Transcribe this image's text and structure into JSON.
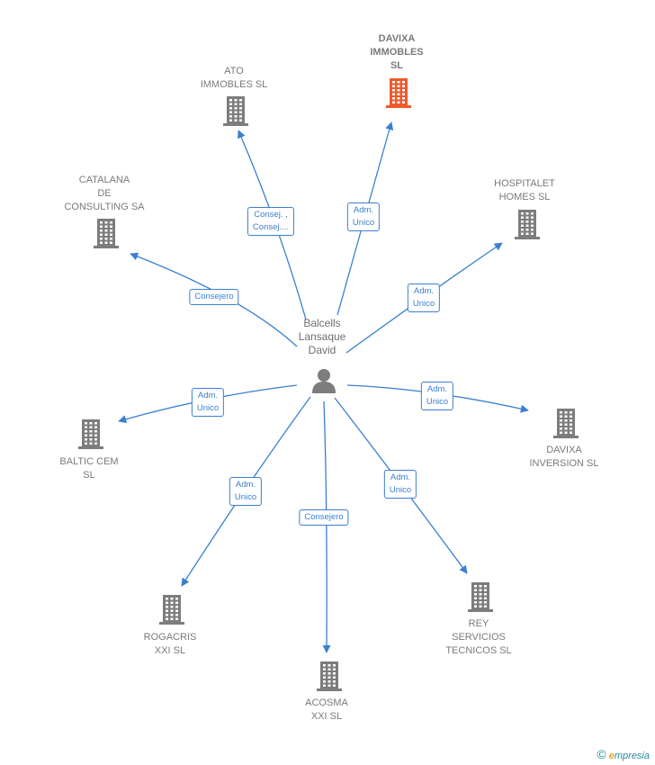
{
  "center": {
    "name": "Balcells\nLansaque\nDavid",
    "icon": "person-icon"
  },
  "colors": {
    "edge": "#3b7fd1",
    "building": "#7d7d7d",
    "highlight": "#ee5a2a"
  },
  "nodes": [
    {
      "id": "davixa-immobles",
      "name": "DAVIXA\nIMMOBLES\nSL",
      "highlight": true,
      "relation": "Adm.\nUnico"
    },
    {
      "id": "ato-immobles",
      "name": "ATO\nIMMOBLES SL",
      "highlight": false,
      "relation": "Consej. ,\nConsej...."
    },
    {
      "id": "catalana-consulting",
      "name": "CATALANA\nDE\nCONSULTING SA",
      "highlight": false,
      "relation": "Consejero"
    },
    {
      "id": "hospitalet-homes",
      "name": "HOSPITALET\nHOMES SL",
      "highlight": false,
      "relation": "Adm.\nUnico"
    },
    {
      "id": "baltic-cem",
      "name": "BALTIC CEM\nSL",
      "highlight": false,
      "relation": "Adm.\nUnico"
    },
    {
      "id": "davixa-inversion",
      "name": "DAVIXA\nINVERSION SL",
      "highlight": false,
      "relation": "Adm.\nUnico"
    },
    {
      "id": "rogacris",
      "name": "ROGACRIS\nXXI SL",
      "highlight": false,
      "relation": "Adm.\nUnico"
    },
    {
      "id": "acosma",
      "name": "ACOSMA\nXXI SL",
      "highlight": false,
      "relation": "Consejero"
    },
    {
      "id": "rey-servicios",
      "name": "REY\nSERVICIOS\nTECNICOS SL",
      "highlight": false,
      "relation": "Adm.\nUnico"
    }
  ],
  "footer": {
    "copyright": "©",
    "brand_first": "e",
    "brand_rest": "mpresia"
  }
}
